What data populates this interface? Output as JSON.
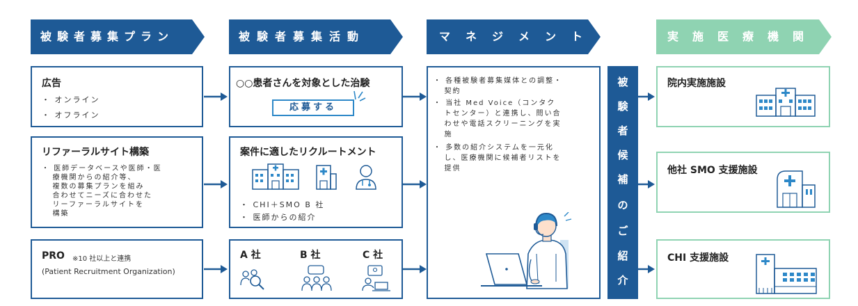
{
  "headers": {
    "plan": "被験者募集プラン",
    "activity": "被験者募集活動",
    "management": "マネジメント",
    "institution": "実施医療機関"
  },
  "plan": {
    "ad": {
      "title": "広告",
      "items": [
        "オンライン",
        "オフライン"
      ]
    },
    "referral": {
      "title": "リファーラルサイト構築",
      "desc_lines": [
        "医師データベースや医師・医",
        "療機関からの紹介等、",
        "複数の募集プランを組み",
        "合わせてニーズに合わせた",
        "リーファーラルサイトを",
        "構築"
      ]
    },
    "pro": {
      "title": "PRO",
      "note": "※10 社以上と連携",
      "sub": "(Patient Recruitment Organization)"
    }
  },
  "activity": {
    "trial": {
      "title": "○○患者さんを対象とした治験",
      "button": "応募する"
    },
    "recruit": {
      "title": "案件に適したリクルートメント",
      "items": [
        "CHI＋SMO B 社",
        "医師からの紹介"
      ]
    },
    "companies": [
      "A 社",
      "B 社",
      "C 社"
    ]
  },
  "management": {
    "bullets": [
      [
        "各種被験者募集媒体との調整・",
        "契約"
      ],
      [
        "当社 Med Voice（コンタク",
        "トセンター）と連携し、問い合",
        "わせや電話スクリーニングを実",
        "施"
      ],
      [
        "多数の紹介システムを一元化",
        "し、医療機関に候補者リストを",
        "提供"
      ]
    ]
  },
  "vertical_band": [
    "被",
    "験",
    "者",
    "候",
    "補",
    "の",
    "ご",
    "紹",
    "介"
  ],
  "institutions": [
    "院内実施施設",
    "他社 SMO 支援施設",
    "CHI 支援施設"
  ],
  "colors": {
    "navy": "#1e5a96",
    "green": "#8fd3b2",
    "accent": "#2d88c8"
  }
}
